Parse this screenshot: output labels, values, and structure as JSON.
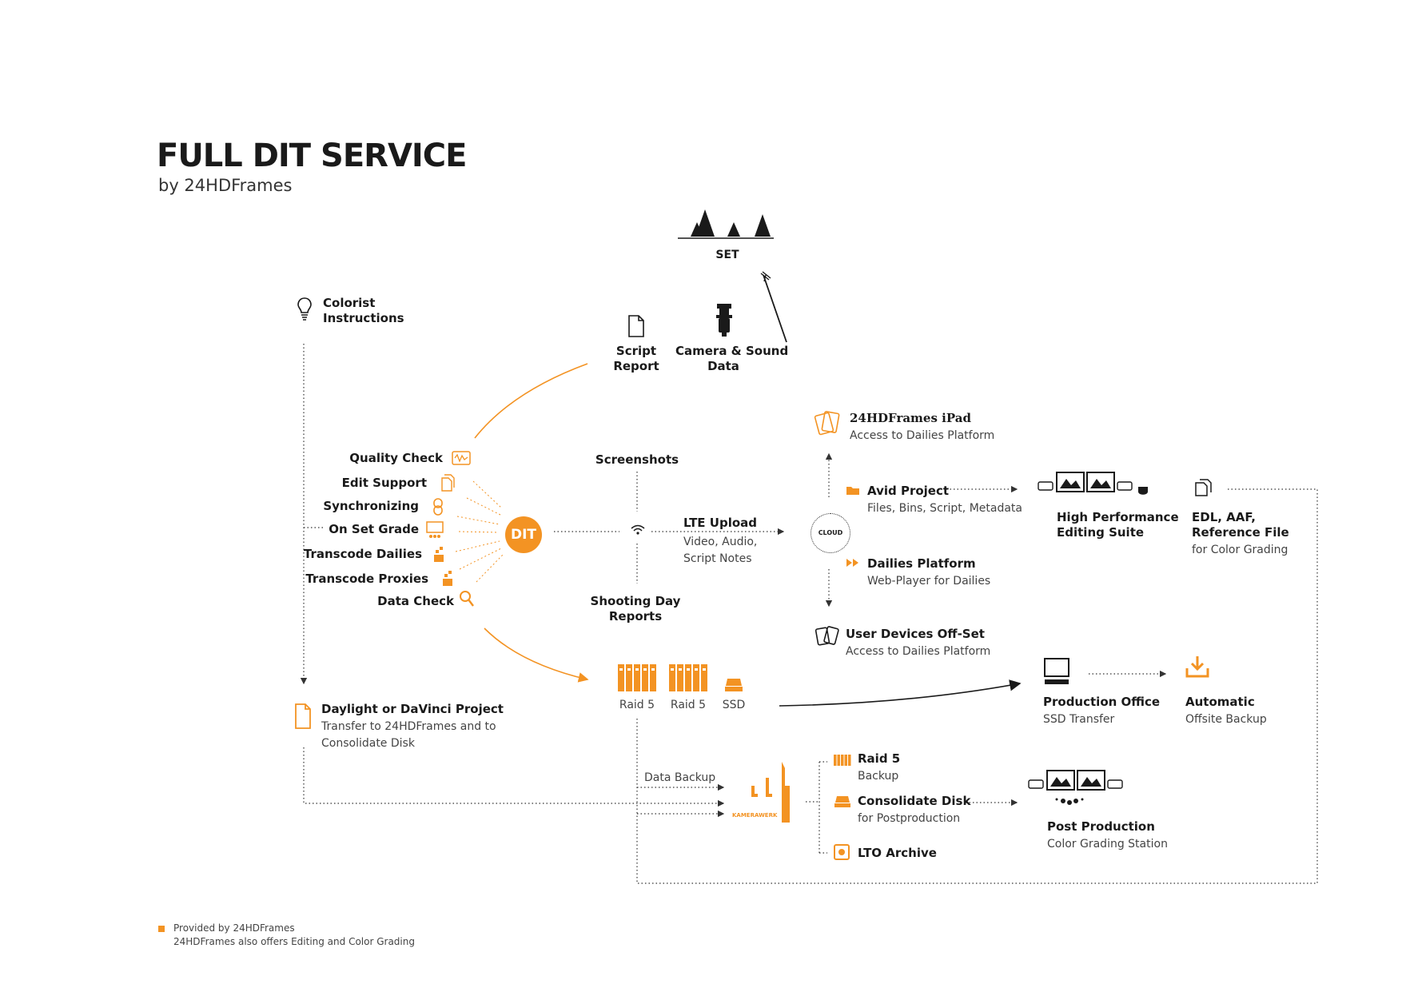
{
  "header": {
    "title": "FULL DIT SERVICE",
    "subtitle": "by 24HDFrames"
  },
  "colors": {
    "accent": "#f39323",
    "ink": "#1a1a1a",
    "muted": "#444444"
  },
  "set": {
    "label": "SET"
  },
  "sources": {
    "script_report": "Script\nReport",
    "camera_sound": "Camera & Sound\nData"
  },
  "colorist": {
    "label": "Colorist\nInstructions"
  },
  "dit": {
    "label": "DIT",
    "tasks": [
      "Quality Check",
      "Edit Support",
      "Synchronizing",
      "On Set Grade",
      "Transcode Dailies",
      "Transcode Proxies",
      "Data Check"
    ]
  },
  "hub": {
    "screenshots": "Screenshots",
    "lte_upload": "LTE Upload",
    "lte_sub": "Video, Audio,\nScript Notes",
    "shooting_day": "Shooting Day\nReports"
  },
  "cloud": {
    "label": "CLOUD"
  },
  "ipad": {
    "title": "24HDFrames iPad",
    "sub": "Access to Dailies Platform"
  },
  "avid": {
    "title": "Avid Project",
    "sub": "Files, Bins, Script, Metadata"
  },
  "dailies": {
    "title": "Dailies Platform",
    "sub": "Web-Player for Dailies"
  },
  "user_devices": {
    "title": "User Devices Off-Set",
    "sub": "Access to Dailies Platform"
  },
  "editing_suite": {
    "title": "High Performance\nEditing Suite"
  },
  "edl": {
    "title": "EDL, AAF,\nReference File",
    "sub": "for Color Grading"
  },
  "storage": {
    "items": [
      "Raid 5",
      "Raid 5",
      "SSD"
    ]
  },
  "production_office": {
    "title": "Production Office",
    "sub": "SSD Transfer"
  },
  "auto_backup": {
    "title": "Automatic",
    "sub": "Offsite Backup"
  },
  "daylight": {
    "title": "Daylight or DaVinci Project",
    "sub": "Transfer to 24HDFrames and to\nConsolidate Disk"
  },
  "data_backup": {
    "label": "Data Backup"
  },
  "kamerawerk": {
    "label": "KAMERAWERK"
  },
  "archive": {
    "raid": {
      "title": "Raid 5",
      "sub": "Backup"
    },
    "consolidate": {
      "title": "Consolidate Disk",
      "sub": "for Postproduction"
    },
    "lto": {
      "title": "LTO Archive"
    }
  },
  "post_production": {
    "title": "Post Production",
    "sub": "Color Grading Station"
  },
  "legend": {
    "line1": "Provided by 24HDFrames",
    "line2": "24HDFrames also offers Editing and Color Grading"
  }
}
